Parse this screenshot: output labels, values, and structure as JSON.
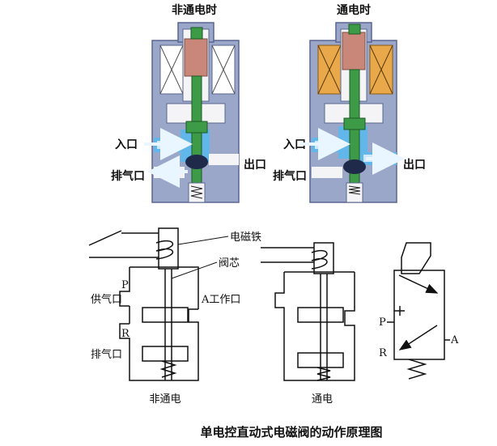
{
  "top": {
    "left_title": "非通电时",
    "right_title": "通电时",
    "left_inlet": "入口",
    "left_exhaust": "排气口",
    "right_inlet": "入口",
    "right_exhaust": "排气口",
    "right_outlet_between": "出口",
    "right_outlet": "出口"
  },
  "bottom": {
    "electromagnet": "电磁铁",
    "spool": "阀芯",
    "port_p": "P",
    "supply_port": "供气口",
    "work_port": "A工作口",
    "port_r": "R",
    "exhaust_port": "排气口",
    "off_state": "非通电",
    "on_state": "通电",
    "sym_p": "P",
    "sym_r": "R",
    "sym_a": "A"
  },
  "caption": "单电控直动式电磁阀的动作原理图",
  "colors": {
    "body": "#9aa7c9",
    "body_dark": "#6c7aa6",
    "coil_off": "#ffffff",
    "coil_on": "#e9a84a",
    "armature": "#c9877a",
    "stem": "#3d9a47",
    "flow": "#62b7ea",
    "white_chamber": "#f4f4f6"
  }
}
